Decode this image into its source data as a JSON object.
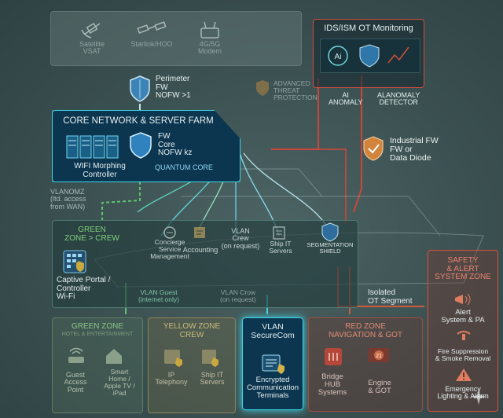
{
  "top_sources": [
    {
      "label": "Satellite\nVSAT",
      "icon": "satellite-icon"
    },
    {
      "label": "Starlink/HOO",
      "icon": "starlink-icon"
    },
    {
      "label": "4G/5G\nModem",
      "icon": "modem-icon"
    }
  ],
  "perimeter_fw": {
    "label": "Perimeter\nFW\nNOFW >1"
  },
  "advanced_threat": {
    "label": "ADVANCED\nTHREAT\nPROTECTION"
  },
  "ids": {
    "title": "IDS/ISM OT Monitoring",
    "ai_label": "AI\nANOMALY",
    "detector_label": "ALANOMALY\nDETECTOR"
  },
  "core": {
    "title": "CORE NETWORK & SERVER FARM",
    "wifi_label": "WIFI Morphing\nController",
    "fw_label": "FW\nCore\nNOFW kz",
    "quantum_label": "QUANTUM CORE"
  },
  "industrial_fw": {
    "label": "Industrial FW\nFW or\nData Diode"
  },
  "vlan_dmz": {
    "label": "VLANOMZ\n(ltd. access\nfrom WAN)"
  },
  "green_crew": {
    "title": "GREEN\nZONE > CREW",
    "captive_label": "Captive Portal /\nController\nWi-Fi"
  },
  "services": [
    {
      "label": "Concierge\nService\nManagement"
    },
    {
      "label": "Accounting"
    },
    {
      "label": "VLAN\nCrew\n(on request)"
    },
    {
      "label": "Ship IT\nServers"
    },
    {
      "label": "SEGMENTATION\nSHIELD"
    }
  ],
  "vlan_guest": {
    "label": "VLAN Guest\n(internet only)"
  },
  "vlan_crow": {
    "label": "VLAN Crow\n(on request)"
  },
  "isolated": {
    "label": "Isolated\nOT Segment"
  },
  "green_zone": {
    "title": "GREEN ZONE",
    "subtitle": "HOTEL & ENTERTAINMENT",
    "items": [
      "Guest\nAccess\nPoint",
      "Smart\nHome /\nApple TV /\niPad"
    ]
  },
  "yellow_zone": {
    "title": "YELLOW ZONE\nCREW",
    "items": [
      "IP\nTelephony",
      "Ship IT\nServers"
    ]
  },
  "securecom": {
    "title": "VLAN\nSecureCom",
    "label": "Encrypted\nCommunication\nTerminals"
  },
  "red_zone": {
    "title": "RED ZONE\nNAVIGATION & GOT",
    "items": [
      "Bridge\nHUB\nSystems",
      "Engine\n& GOT"
    ]
  },
  "safety": {
    "title": "SAFETY\n& ALERT\nSYSTEM ZONE",
    "items": [
      "Alert\nSystem & PA",
      "Fire Suppression\n& Smoke Removal",
      "Emergency\nLighting & Alarm"
    ]
  },
  "colors": {
    "cyan": "#3fd6e6",
    "green": "#63c46b",
    "red": "#d8503a",
    "yellow": "#b8a95a",
    "navy": "#0c3550"
  }
}
